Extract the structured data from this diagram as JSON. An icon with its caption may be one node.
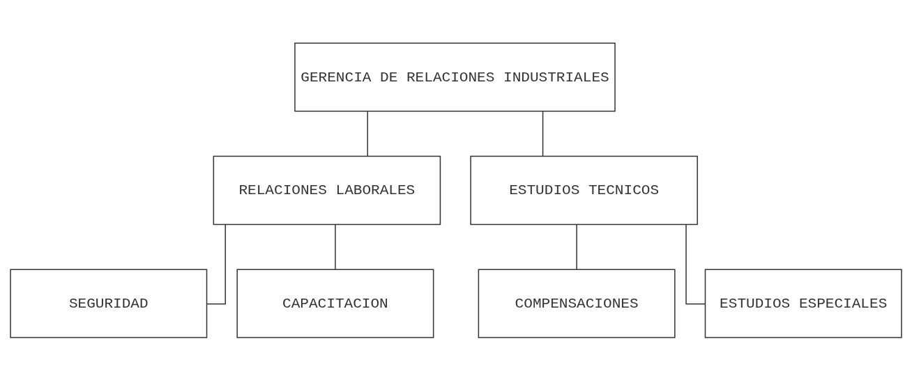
{
  "diagram": {
    "nodes": [
      {
        "text": [
          "GERENCIA DE RELACIONES INDUSTRIALES"
        ]
      },
      {
        "text": [
          "RELACIONES LABORALES"
        ]
      },
      {
        "text": [
          "ESTUDIOS TECNICOS"
        ]
      },
      {
        "text": [
          "SEGURIDAD"
        ]
      },
      {
        "text": [
          "CAPACITACION"
        ]
      },
      {
        "text": [
          "COMPENSACIONES"
        ]
      },
      {
        "text": [
          "ESTUDIOS ESPECIALES"
        ]
      }
    ],
    "edges": [
      {
        "from": 0,
        "to": 1,
        "arrow": "none"
      },
      {
        "from": 0,
        "to": 2,
        "arrow": "none"
      },
      {
        "from": 1,
        "to": 3,
        "arrow": "none"
      },
      {
        "from": 1,
        "to": 4,
        "arrow": "none"
      },
      {
        "from": 2,
        "to": 5,
        "arrow": "none"
      },
      {
        "from": 2,
        "to": 6,
        "arrow": "none"
      }
    ]
  }
}
